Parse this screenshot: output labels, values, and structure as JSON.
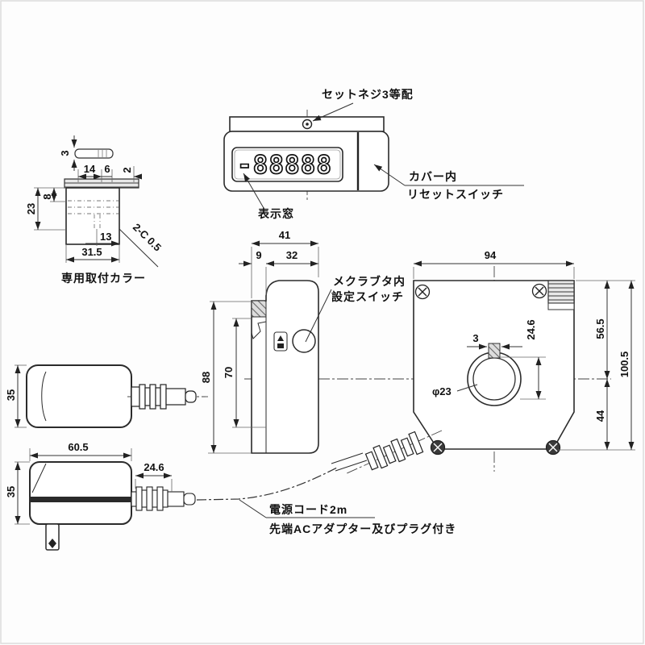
{
  "labels": {
    "set_screw": "セットネジ3等配",
    "display_window": "表示窓",
    "cover_line1": "カバー内",
    "cover_line2": "リセットスイッチ",
    "collar_caption": "専用取付カラー",
    "switch_line1": "メクラブタ内",
    "switch_line2": "設定スイッチ",
    "cord_line1": "電源コード2m",
    "cord_line2": "先端ACアダプター及びプラグ付き"
  },
  "display": {
    "value": "-88888"
  },
  "dims": {
    "collar": {
      "pin": "3",
      "a": "14",
      "b": "6",
      "c": "2",
      "depth": "23",
      "inner_depth": "8",
      "hole_offset": "13",
      "width": "31.5",
      "chamfer": "2-C 0.5"
    },
    "side": {
      "width": "41",
      "front": "9",
      "body": "32",
      "height": "88",
      "panel": "70"
    },
    "front": {
      "width": "94",
      "upper": "56.5",
      "lower": "44",
      "total": "100.5",
      "key_width": "3",
      "key_offset": "24.6",
      "hole_dia": "φ23"
    },
    "adapter": {
      "top_height": "35",
      "width": "60.5",
      "side_height": "35",
      "relief": "24.6"
    }
  }
}
